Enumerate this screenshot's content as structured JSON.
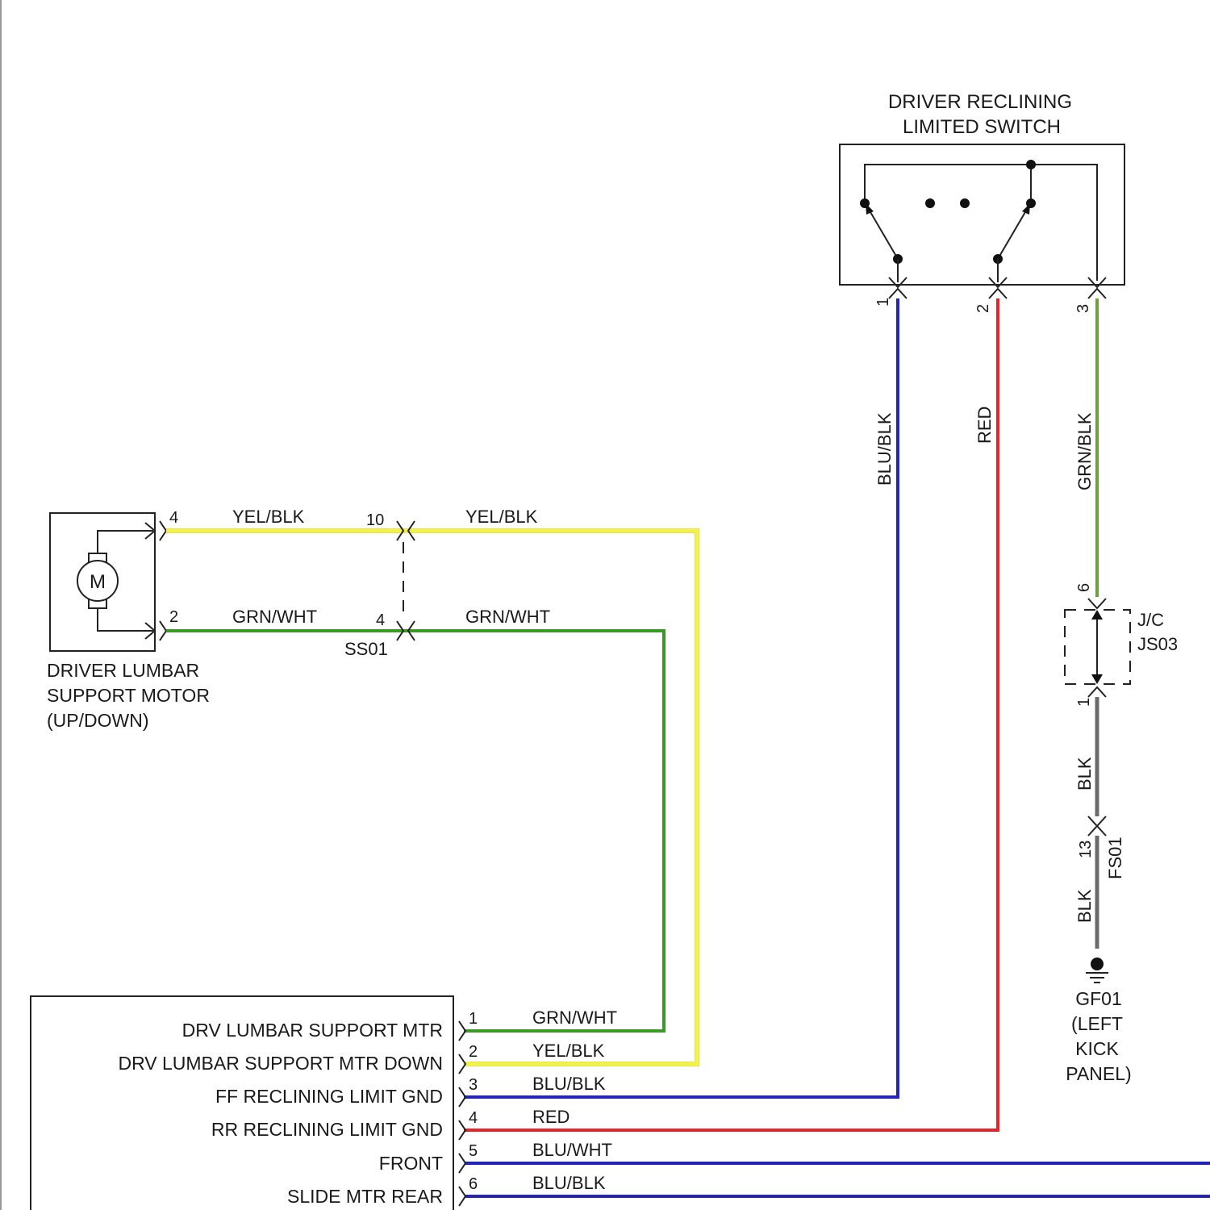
{
  "switch": {
    "title_line1": "DRIVER RECLINING",
    "title_line2": "LIMITED SWITCH",
    "pin1": "1",
    "pin2": "2",
    "pin3": "3"
  },
  "wires_vertical": {
    "blu_blk": "BLU/BLK",
    "red": "RED",
    "grn_blk": "GRN/BLK",
    "blk_upper": "BLK",
    "blk_lower": "BLK"
  },
  "junction": {
    "pin_top": "6",
    "pin_bottom": "1",
    "name_line1": "J/C",
    "name_line2": "JS03"
  },
  "connector_fs01": {
    "pin": "13",
    "name": "FS01"
  },
  "ground": {
    "line1": "GF01",
    "line2": "(LEFT",
    "line3": "KICK",
    "line4": "PANEL)"
  },
  "motor": {
    "symbol": "M",
    "pin_top": "4",
    "pin_bottom": "2",
    "label_line1": "DRIVER LUMBAR",
    "label_line2": "SUPPORT MOTOR",
    "label_line3": "(UP/DOWN)"
  },
  "connector_ss01": {
    "pin_top": "10",
    "pin_bottom": "4",
    "name": "SS01"
  },
  "wire_labels": {
    "yel_blk_left": "YEL/BLK",
    "yel_blk_right": "YEL/BLK",
    "grn_wht_left": "GRN/WHT",
    "grn_wht_right": "GRN/WHT"
  },
  "module": {
    "pins": [
      {
        "label": "DRV LUMBAR SUPPORT MTR",
        "pin": "1",
        "wire": "GRN/WHT",
        "color": "#3a9a25"
      },
      {
        "label": "DRV LUMBAR SUPPORT MTR DOWN",
        "pin": "2",
        "wire": "YEL/BLK",
        "color": "#f2f24a"
      },
      {
        "label": "FF RECLINING LIMIT GND",
        "pin": "3",
        "wire": "BLU/BLK",
        "color": "#2424b8"
      },
      {
        "label": "RR RECLINING LIMIT GND",
        "pin": "4",
        "wire": "RED",
        "color": "#e8242a"
      },
      {
        "label": "FRONT",
        "pin": "5",
        "wire": "BLU/WHT",
        "color": "#2424b8"
      },
      {
        "label": "SLIDE MTR REAR",
        "pin": "6",
        "wire": "BLU/BLK",
        "color": "#2424b8"
      }
    ]
  }
}
